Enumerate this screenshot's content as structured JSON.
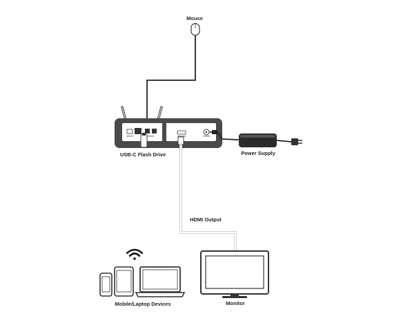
{
  "labels": {
    "mouse": "Mouse",
    "usb_flash": "USB-C Flash Drive",
    "power_supply": "Power Supply",
    "hdmi_output": "HDMI Output",
    "mobile_laptop": "Mobile/Laptop Devices",
    "monitor": "Monitor"
  },
  "icons": {
    "mouse": "mouse-icon",
    "antenna": "antenna-icon",
    "wifi": "wifi-icon",
    "phone": "phone-icon",
    "tablet": "tablet-icon",
    "laptop": "laptop-icon",
    "monitor": "monitor-icon",
    "power_adapter": "power-adapter-icon",
    "plug": "plug-icon",
    "flash_drive": "flash-drive-icon"
  },
  "colors": {
    "device_body": "#4a4a4a",
    "panel": "#ffffff",
    "cable": "#222222",
    "hdmi_cable": "#cccccc"
  }
}
